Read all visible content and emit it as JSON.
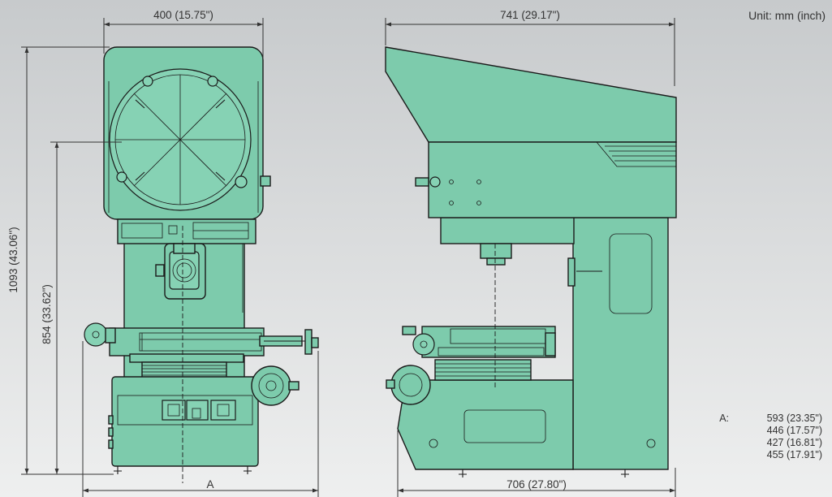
{
  "unit_label": "Unit: mm (inch)",
  "dimensions": {
    "front_width": "400 (15.75\")",
    "side_depth_top": "741 (29.17\")",
    "total_height": "1093 (43.06\")",
    "stage_height": "854 (33.62\")",
    "front_base_label": "A",
    "side_base": "706 (27.80\")"
  },
  "legend_a": {
    "prefix": "A:",
    "values": [
      "593 (23.35\")",
      "446 (17.57\")",
      "427 (16.81\")",
      "455 (17.91\")"
    ]
  },
  "colors": {
    "machine_body": "#7dcbac",
    "background_top": "#c7cacc",
    "background_bottom": "#eeefef",
    "lines": "#1a1a1a"
  }
}
